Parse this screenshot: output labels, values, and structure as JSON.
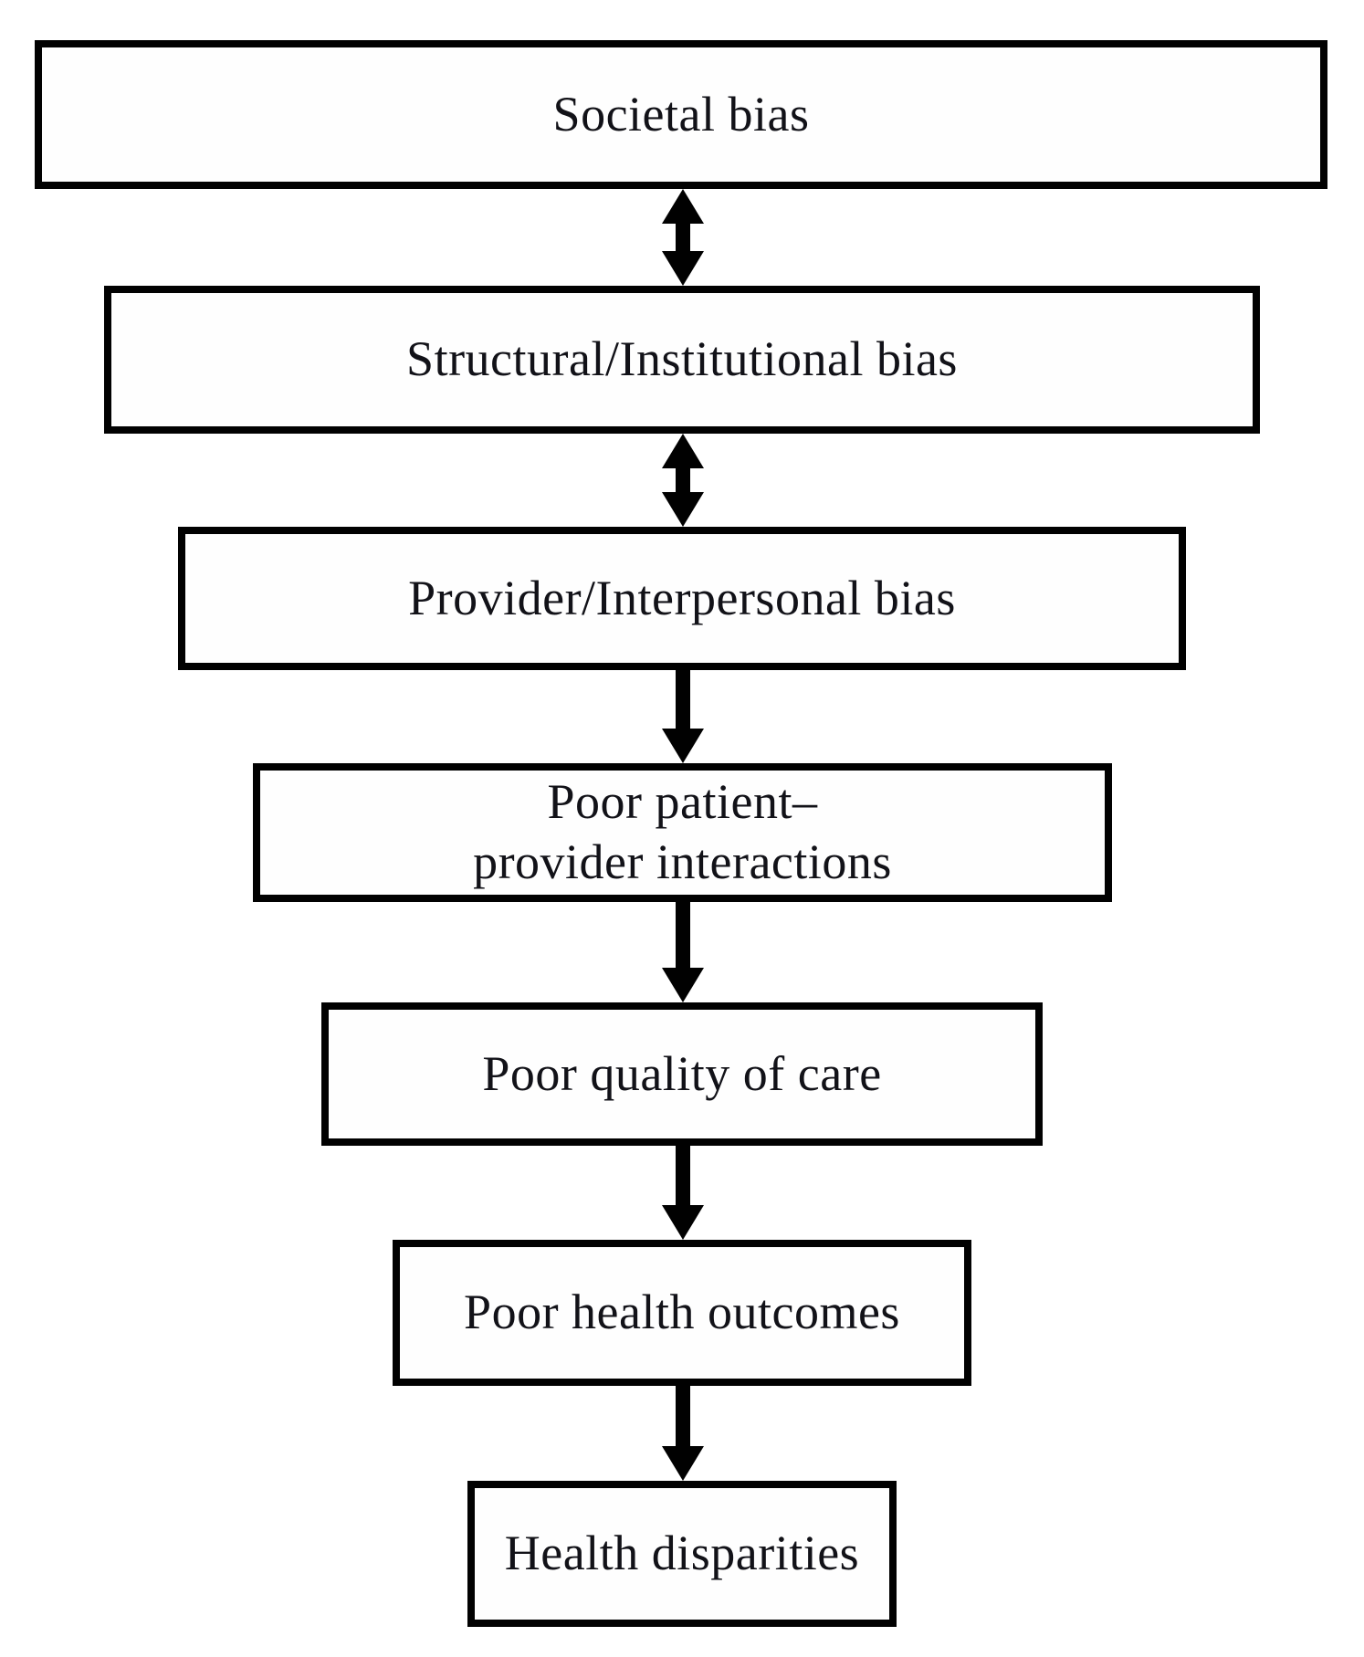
{
  "diagram": {
    "type": "flowchart",
    "boxes": [
      {
        "id": "societal-bias",
        "label": "Societal bias"
      },
      {
        "id": "structural-institutional-bias",
        "label": "Structural/Institutional bias"
      },
      {
        "id": "provider-interpersonal-bias",
        "label": "Provider/Interpersonal bias"
      },
      {
        "id": "poor-patient-provider-interactions",
        "label": "Poor patient–\nprovider interactions"
      },
      {
        "id": "poor-quality-of-care",
        "label": "Poor quality of care"
      },
      {
        "id": "poor-health-outcomes",
        "label": "Poor health outcomes"
      },
      {
        "id": "health-disparities",
        "label": "Health disparities"
      }
    ],
    "connections": [
      {
        "from": "Societal bias",
        "to": "Structural/Institutional bias",
        "type": "bidirectional"
      },
      {
        "from": "Structural/Institutional bias",
        "to": "Provider/Interpersonal bias",
        "type": "bidirectional"
      },
      {
        "from": "Provider/Interpersonal bias",
        "to": "Poor patient–provider interactions",
        "type": "down"
      },
      {
        "from": "Poor patient–provider interactions",
        "to": "Poor quality of care",
        "type": "down"
      },
      {
        "from": "Poor quality of care",
        "to": "Poor health outcomes",
        "type": "down"
      },
      {
        "from": "Poor health outcomes",
        "to": "Health disparities",
        "type": "down"
      }
    ],
    "colors": {
      "line": "#010101",
      "text": "#121218",
      "background": "#ffffff"
    }
  }
}
